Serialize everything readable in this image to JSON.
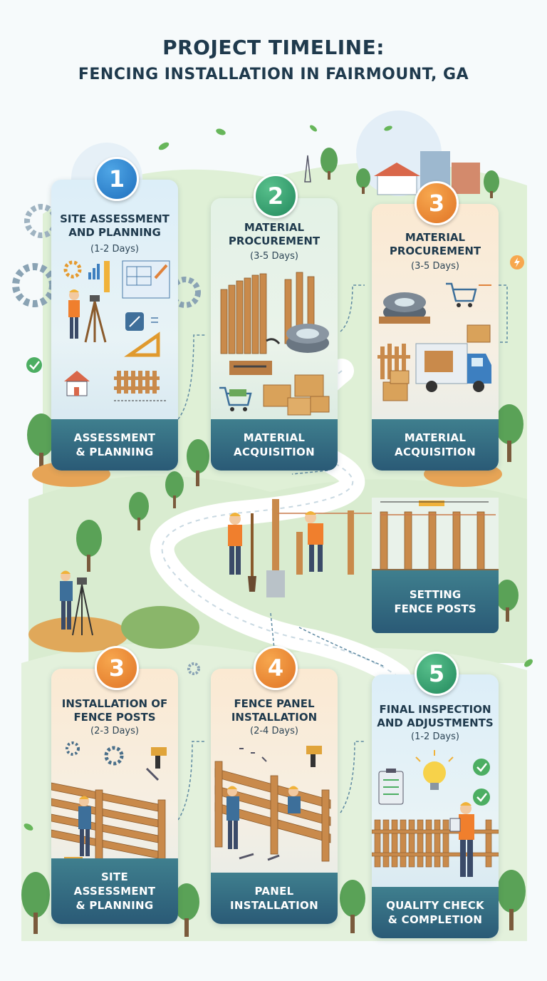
{
  "title": {
    "line1": "PROJECT TIMELINE:",
    "line2": "FENCING INSTALLATION IN FAIRMOUNT, GA"
  },
  "steps": [
    {
      "number": "1",
      "heading1": "SITE ASSESSMENT",
      "heading2": "AND PLANNING",
      "duration": "(1-2 Days)",
      "footer1": "ASSESSMENT",
      "footer2": "& PLANNING"
    },
    {
      "number": "2",
      "heading1": "MATERIAL",
      "heading2": "PROCUREMENT",
      "duration": "(3-5 Days)",
      "footer1": "MATERIAL",
      "footer2": "ACQUISITION"
    },
    {
      "number": "3",
      "heading1": "MATERIAL",
      "heading2": "PROCUREMENT",
      "duration": "(3-5 Days)",
      "footer1": "MATERIAL",
      "footer2": "ACQUISITION"
    },
    {
      "number": "3",
      "heading1": "INSTALLATION OF",
      "heading2": "FENCE POSTS",
      "duration": "(2-3 Days)",
      "footer1": "SITE",
      "footer2": "ASSESSMENT",
      "footer3": "& PLANNING"
    },
    {
      "number": "4",
      "heading1": "FENCE PANEL",
      "heading2": "INSTALLATION",
      "duration": "(2-4 Days)",
      "footer1": "PANEL",
      "footer2": "INSTALLATION"
    },
    {
      "number": "5",
      "heading1": "FINAL INSPECTION",
      "heading2": "AND ADJUSTMENTS",
      "duration": "(1-2 Days)",
      "footer1": "QUALITY CHECK",
      "footer2": "& COMPLETION"
    }
  ],
  "middle_scene": {
    "label1": "SETTING",
    "label2": "FENCE POSTS"
  },
  "colors": {
    "navy": "#1f3a4d",
    "footer": "#2a5a76",
    "badge_blue": "#1f6fbd",
    "badge_green": "#23895d",
    "badge_orange": "#e07426",
    "wood": "#c98a4b",
    "grass": "#9fcf7a"
  }
}
